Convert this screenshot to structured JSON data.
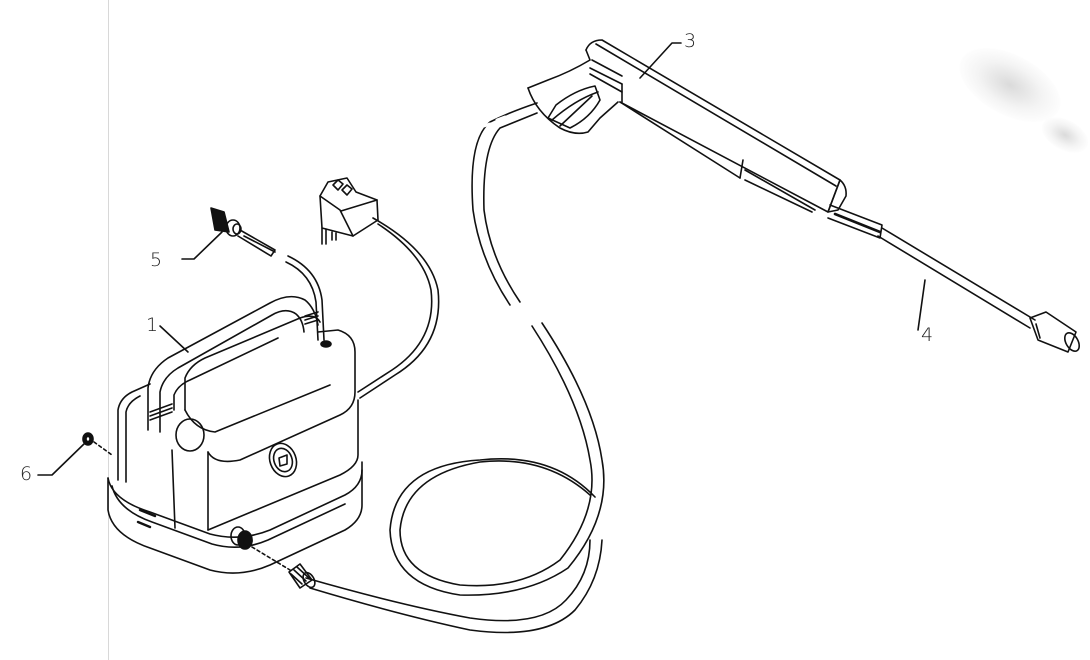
{
  "diagram": {
    "type": "exploded-parts-illustration",
    "subject": "electric pressure washer assembly",
    "line_color": "#111111",
    "background": "#ffffff"
  },
  "callouts": [
    {
      "id": "1",
      "label": "1",
      "part": "pump-housing-with-handle"
    },
    {
      "id": "3",
      "label": "3",
      "part": "trigger-spray-gun"
    },
    {
      "id": "4",
      "label": "4",
      "part": "wand-lance-with-nozzle"
    },
    {
      "id": "5",
      "label": "5",
      "part": "detergent-suction-tube-filter"
    },
    {
      "id": "6",
      "label": "6",
      "part": "inlet-washer-seal"
    }
  ],
  "parts": {
    "power_cord_plug": "power-plug",
    "high_pressure_hose": "hose",
    "hose_connector": "threaded-coupling"
  }
}
